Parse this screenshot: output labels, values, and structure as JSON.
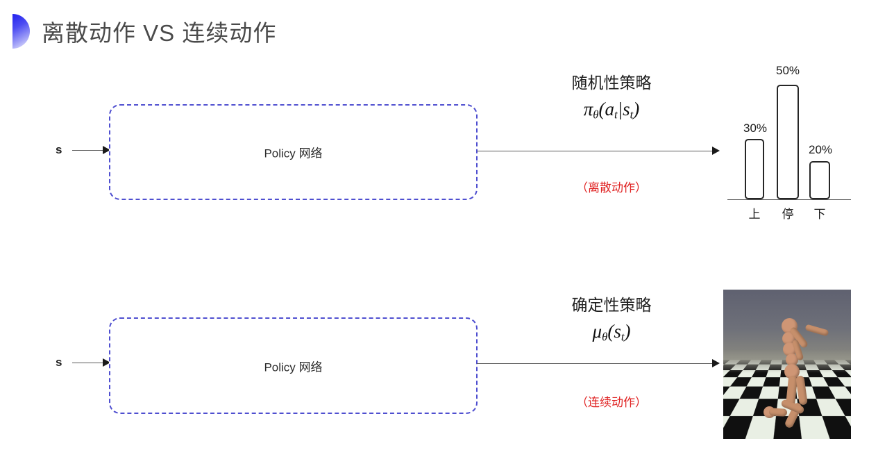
{
  "slide": {
    "title": "离散动作 VS 连续动作",
    "bullet_icon": "half-disc-bullet-icon",
    "accent_color": "#2222ee",
    "box_border_color": "#4f4fd0",
    "tag_color": "#e02424"
  },
  "rows": [
    {
      "id": "stochastic",
      "state_label": "s",
      "box_label": "Policy 网络",
      "caption_title": "随机性策略",
      "formula_plain": "πθ(at|st)",
      "formula_parts": {
        "fn": "π",
        "fn_sub": "θ",
        "open": "(",
        "arg1": "a",
        "arg1_sub": "t",
        "bar": "|",
        "arg2": "s",
        "arg2_sub": "t",
        "close": ")"
      },
      "action_tag": "（离散动作）",
      "output_kind": "bar-chart"
    },
    {
      "id": "deterministic",
      "state_label": "s",
      "box_label": "Policy 网络",
      "caption_title": "确定性策略",
      "formula_plain": "μθ(st)",
      "formula_parts": {
        "fn": "μ",
        "fn_sub": "θ",
        "open": "(",
        "arg1": "s",
        "arg1_sub": "t",
        "close": ")"
      },
      "action_tag": "（连续动作）",
      "output_kind": "humanoid-simulation"
    }
  ],
  "chart_data": {
    "type": "bar",
    "title": "",
    "xlabel": "",
    "ylabel": "",
    "categories": [
      "上",
      "停",
      "下"
    ],
    "values": [
      30,
      50,
      20
    ],
    "value_labels": [
      "30%",
      "50%",
      "20%"
    ],
    "ylim": [
      0,
      55
    ],
    "grid": false,
    "legend": "none",
    "bar_fill": "#ffffff",
    "bar_stroke": "#262626"
  },
  "simulation": {
    "name": "humanoid-mujoco-frame",
    "description": "MuJoCo humanoid on checkerboard floor"
  }
}
